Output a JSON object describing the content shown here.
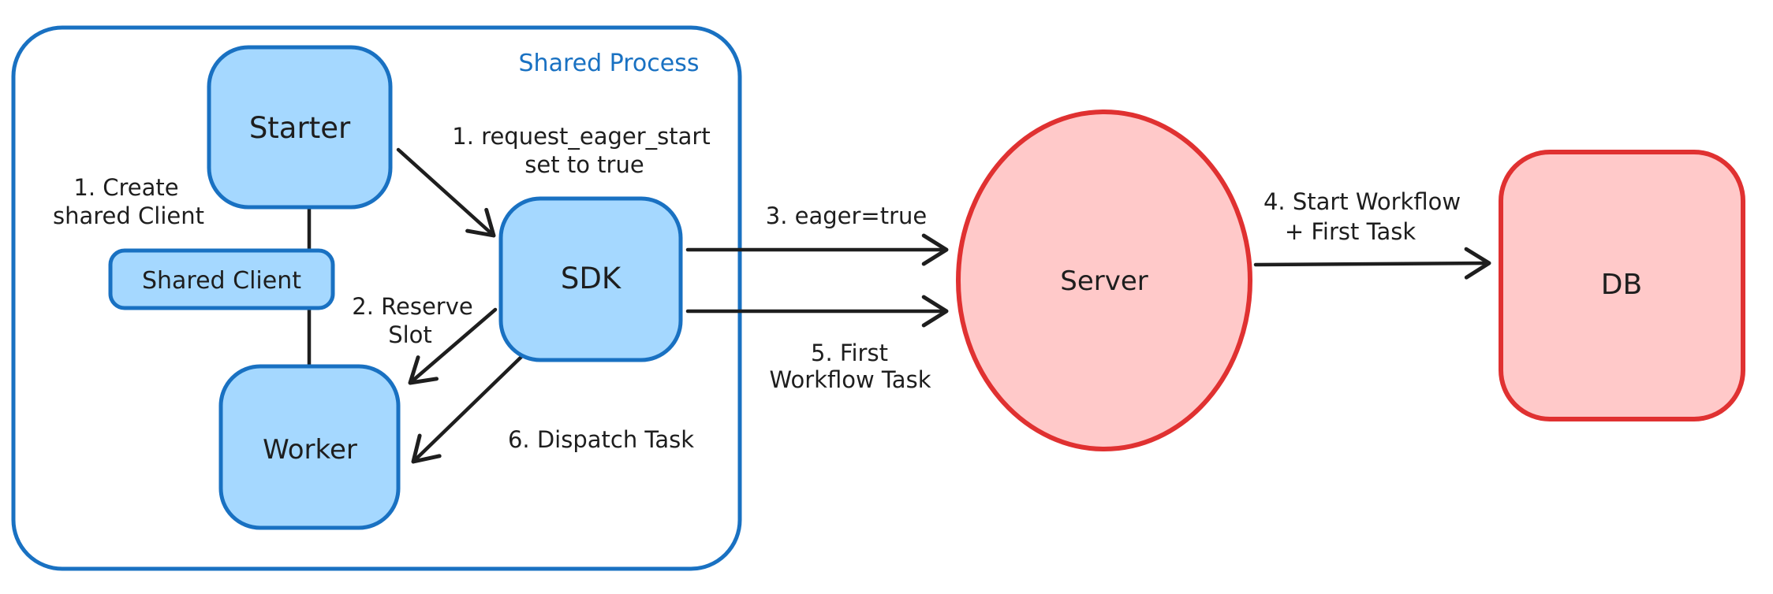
{
  "diagram": {
    "frame": {
      "title": "Shared Process"
    },
    "nodes": {
      "starter": {
        "label": "Starter"
      },
      "shared_client": {
        "label": "Shared Client"
      },
      "worker": {
        "label": "Worker"
      },
      "sdk": {
        "label": "SDK"
      },
      "server": {
        "label": "Server"
      },
      "db": {
        "label": "DB"
      }
    },
    "annotations": {
      "create_shared_client": {
        "line1": "1. Create",
        "line2": "shared Client"
      },
      "request_eager_start": {
        "line1": "1. request_eager_start",
        "line2": "set to true"
      },
      "reserve_slot": {
        "line1": "2. Reserve",
        "line2": "Slot"
      },
      "eager_true": {
        "line1": "3. eager=true"
      },
      "start_workflow": {
        "line1": "4. Start Workflow",
        "line2": "+ First Task"
      },
      "first_workflow_task": {
        "line1": "5. First",
        "line2": "Workflow Task"
      },
      "dispatch_task": {
        "line1": "6. Dispatch Task"
      }
    },
    "colors": {
      "blue_stroke": "#1971c2",
      "blue_fill": "#a5d8ff",
      "red_stroke": "#e03131",
      "red_fill": "#ffc9c9",
      "text": "#1e1e1e",
      "background": "#ffffff"
    }
  }
}
